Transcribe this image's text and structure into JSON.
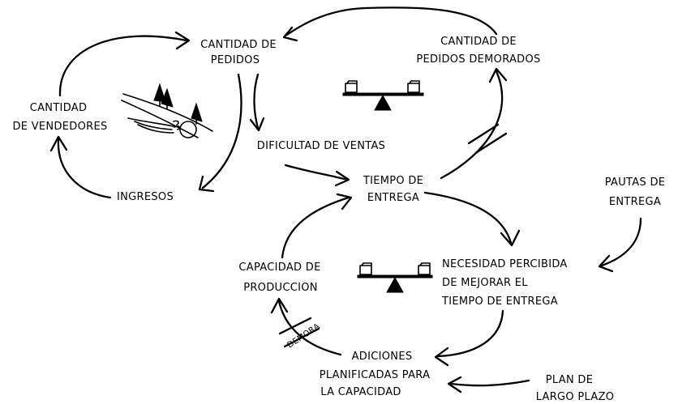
{
  "nodes": {
    "cantidad_pedidos": [
      "CANTIDAD DE",
      "PEDIDOS"
    ],
    "cantidad_pedidos_demorados": [
      "CANTIDAD DE",
      "PEDIDOS DEMORADOS"
    ],
    "cantidad_vendedores": [
      "CANTIDAD",
      "DE VENDEDORES"
    ],
    "dificultad_ventas": "DIFICULTAD DE VENTAS",
    "ingresos": "INGRESOS",
    "tiempo_entrega": [
      "TIEMPO DE",
      "ENTREGA"
    ],
    "pautas_entrega": [
      "PAUTAS DE",
      "ENTREGA"
    ],
    "capacidad_produccion": [
      "CAPACIDAD DE",
      "PRODUCCION"
    ],
    "necesidad_percibida": [
      "NECESIDAD PERCIBIDA",
      "DE MEJORAR EL",
      "TIEMPO DE ENTREGA"
    ],
    "adiciones_planificadas": [
      "ADICIONES",
      "PLANIFICADAS PARA",
      "LA CAPACIDAD"
    ],
    "plan_largo_plazo": [
      "PLAN DE",
      "LARGO PLAZO"
    ]
  },
  "delay_label": "DEMORA",
  "icons": {
    "balance_top": "seesaw-balance-icon",
    "balance_bottom": "seesaw-balance-icon",
    "reinforcing": "snowball-rolling-downhill-icon"
  }
}
